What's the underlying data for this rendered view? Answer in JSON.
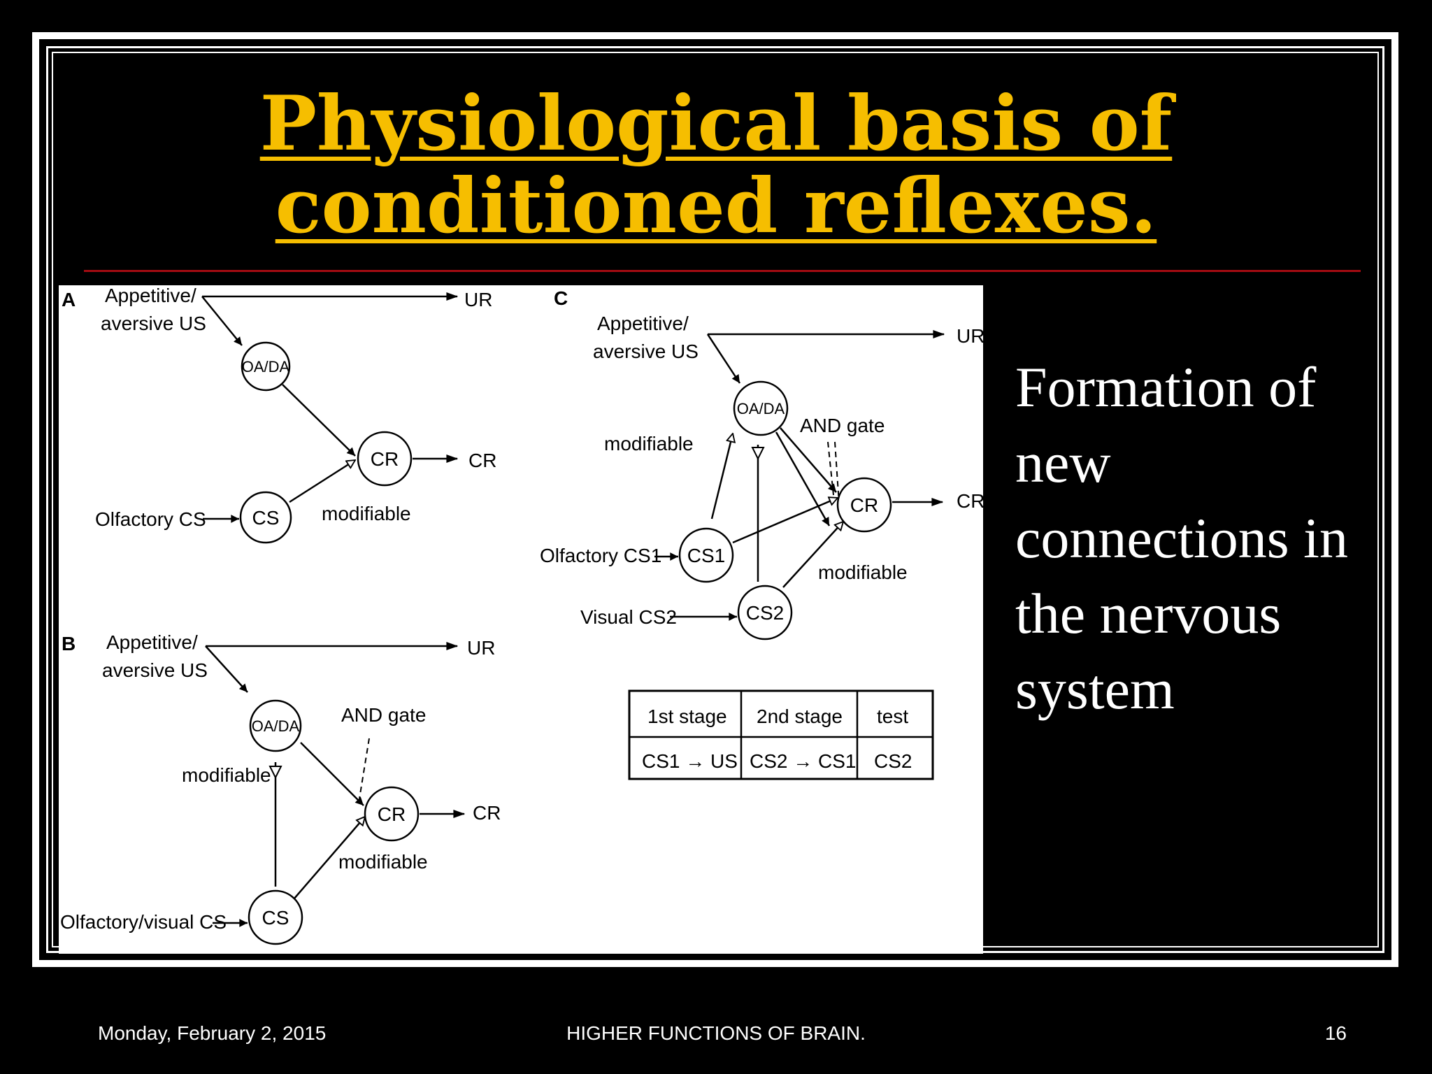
{
  "slide": {
    "title": "Physiological basis of conditioned reflexes.",
    "side_text": "Formation of new connections in the nervous system"
  },
  "footer": {
    "date": "Monday, February 2, 2015",
    "center": "HIGHER FUNCTIONS OF BRAIN.",
    "page": "16"
  },
  "figure": {
    "panel_a": {
      "letter": "A",
      "us_line1": "Appetitive/",
      "us_line2": "aversive US",
      "ur": "UR",
      "oada": "OA/DA",
      "cr_node": "CR",
      "cr_out": "CR",
      "cs_node": "CS",
      "cs_input": "Olfactory CS",
      "modifiable": "modifiable"
    },
    "panel_b": {
      "letter": "B",
      "us_line1": "Appetitive/",
      "us_line2": "aversive US",
      "ur": "UR",
      "oada": "OA/DA",
      "and_gate": "AND gate",
      "modifiable_oada": "modifiable",
      "cr_node": "CR",
      "cr_out": "CR",
      "modifiable_cs": "modifiable",
      "cs_node": "CS",
      "cs_input": "Olfactory/visual CS"
    },
    "panel_c": {
      "letter": "C",
      "us_line1": "Appetitive/",
      "us_line2": "aversive US",
      "ur": "UR",
      "oada": "OA/DA",
      "and_gate": "AND gate",
      "modifiable_top": "modifiable",
      "cr_node": "CR",
      "cr_out": "CR",
      "cs1_node": "CS1",
      "cs1_input": "Olfactory CS1",
      "cs2_node": "CS2",
      "cs2_input": "Visual CS2",
      "modifiable_bottom": "modifiable",
      "table": {
        "headers": [
          "1st stage",
          "2nd stage",
          "test"
        ],
        "row": [
          "CS1 → US",
          "CS2 → CS1",
          "CS2"
        ]
      }
    }
  }
}
